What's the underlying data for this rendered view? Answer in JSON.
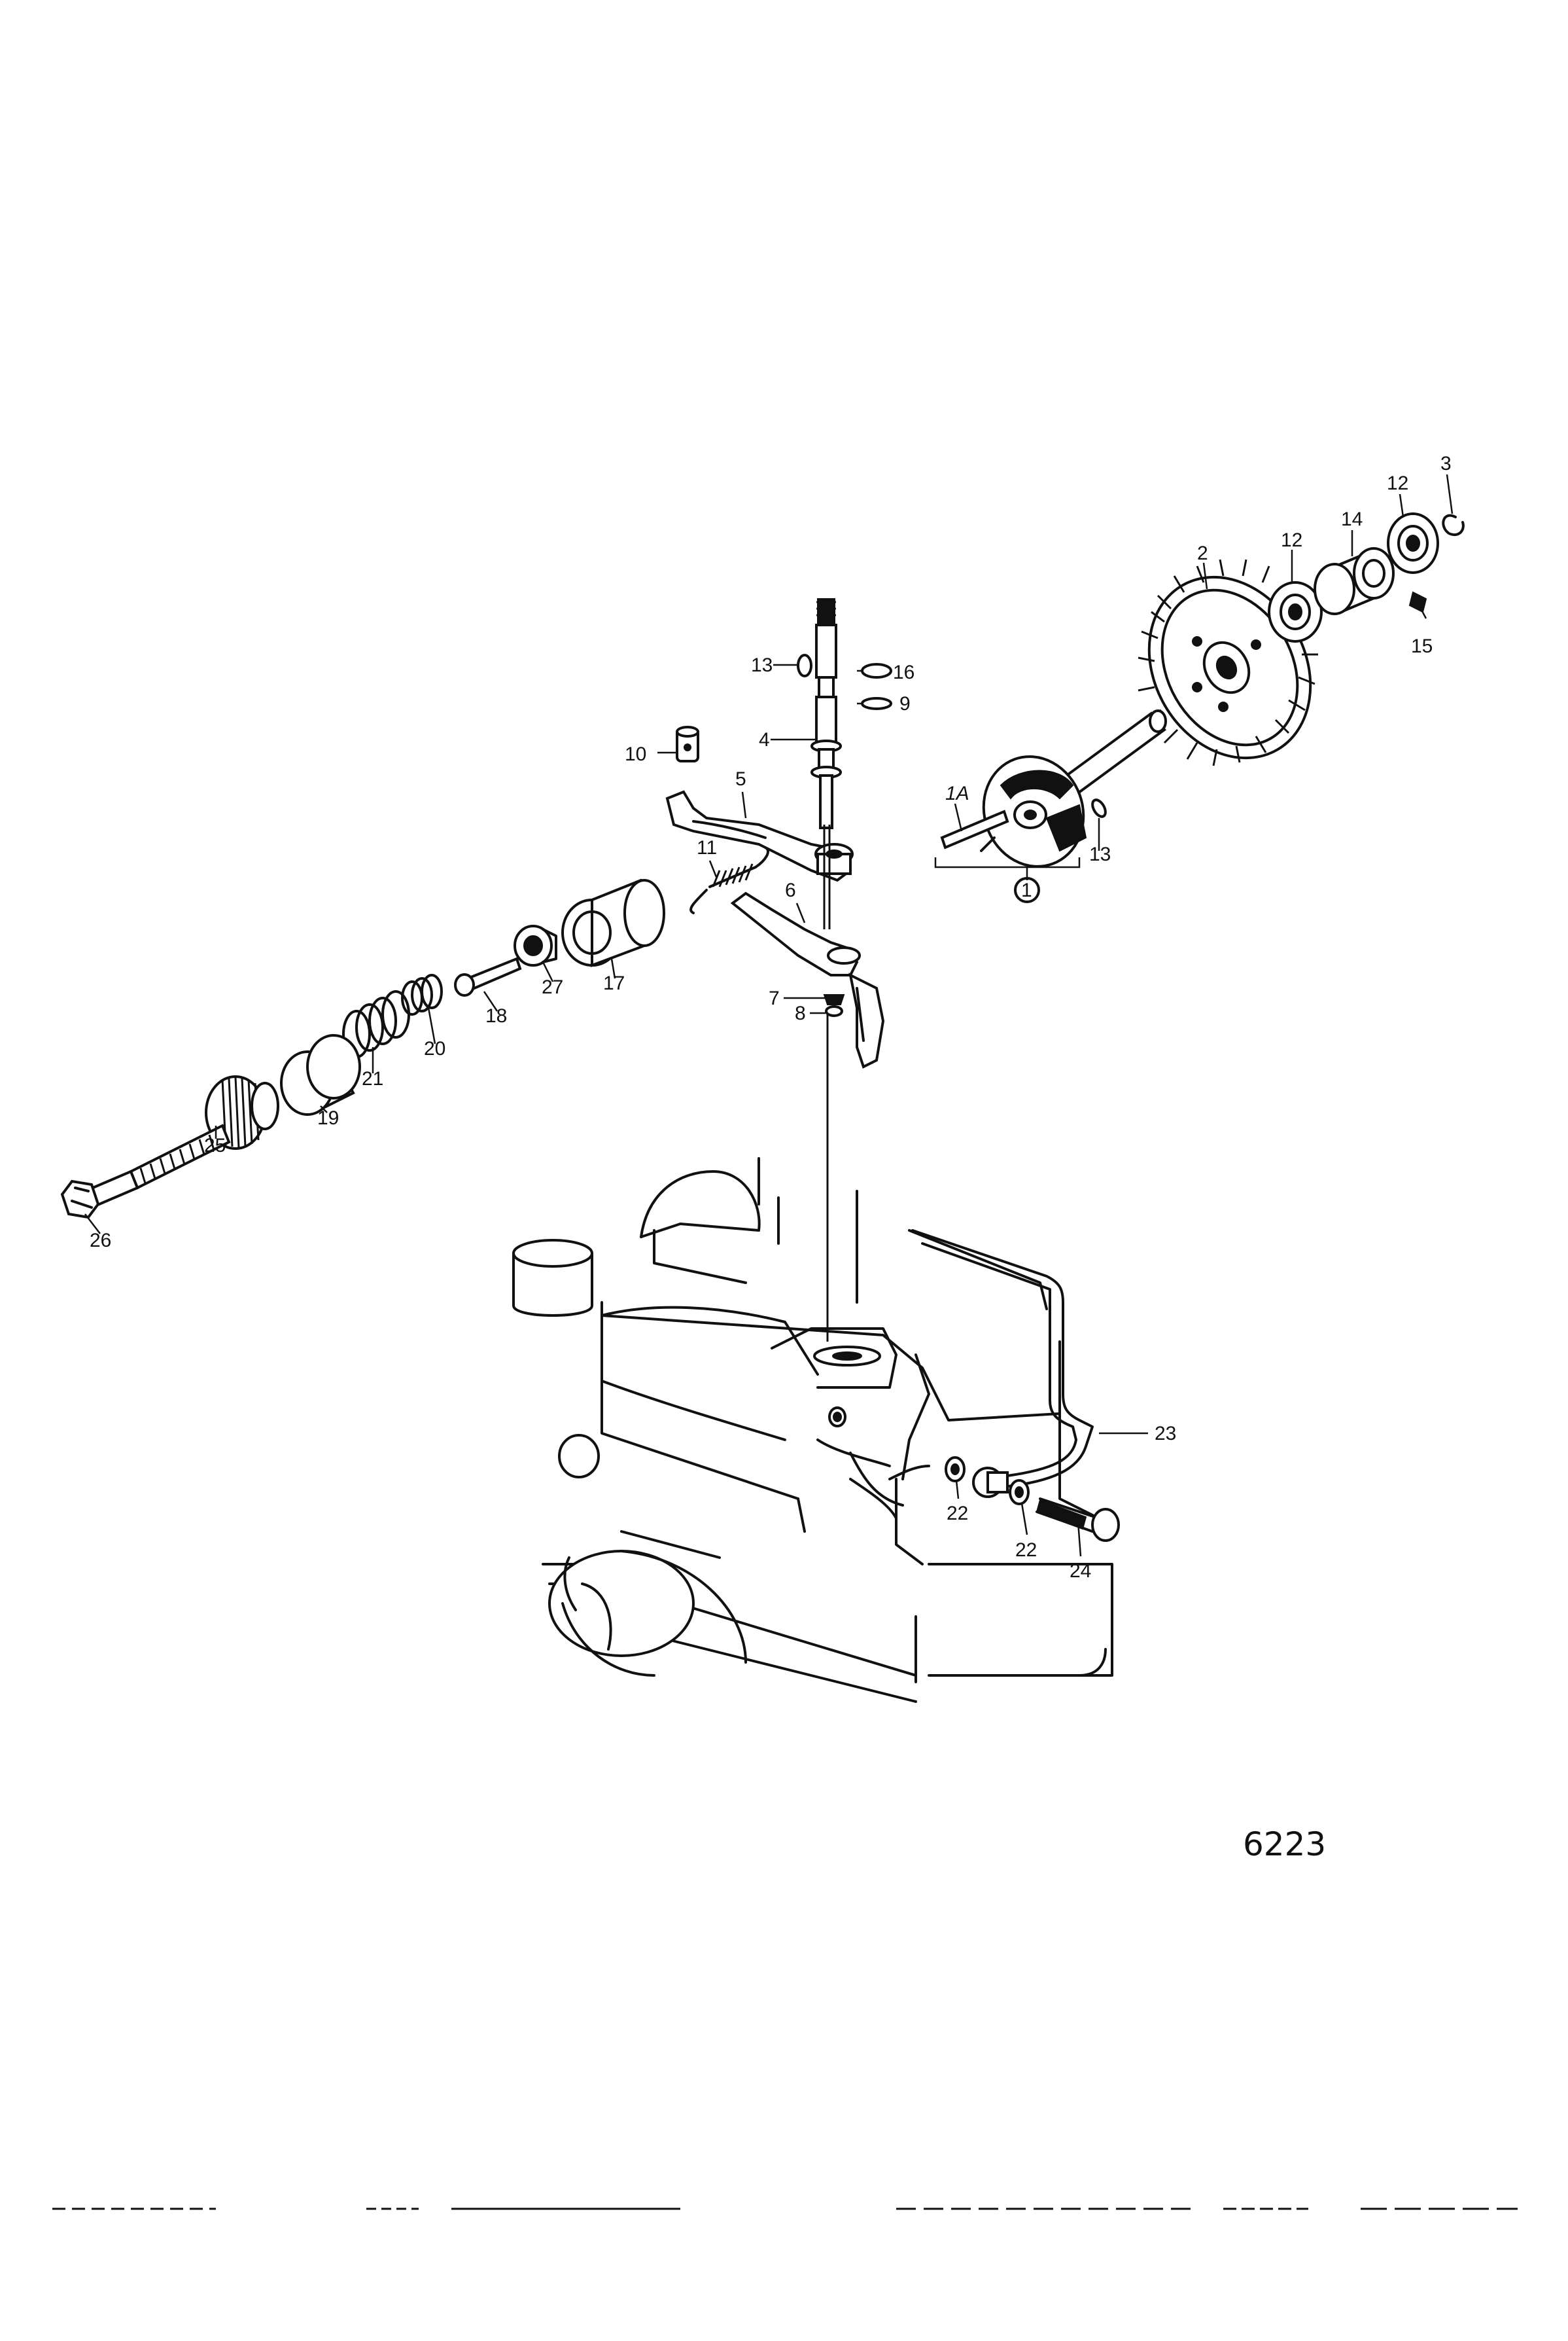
{
  "diagram": {
    "drawing_number": "6223",
    "part_labels": {
      "p1": "1",
      "p1a": "1A",
      "p2": "2",
      "p3": "3",
      "p4": "4",
      "p5": "5",
      "p6": "6",
      "p7": "7",
      "p8": "8",
      "p9": "9",
      "p10": "10",
      "p11": "11",
      "p12a": "12",
      "p12b": "12",
      "p13a": "13",
      "p13b": "13",
      "p14": "14",
      "p15": "15",
      "p16": "16",
      "p17": "17",
      "p18": "18",
      "p19": "19",
      "p20": "20",
      "p21": "21",
      "p22a": "22",
      "p22b": "22",
      "p23": "23",
      "p24": "24",
      "p25": "25",
      "p26": "26",
      "p27": "27"
    }
  }
}
